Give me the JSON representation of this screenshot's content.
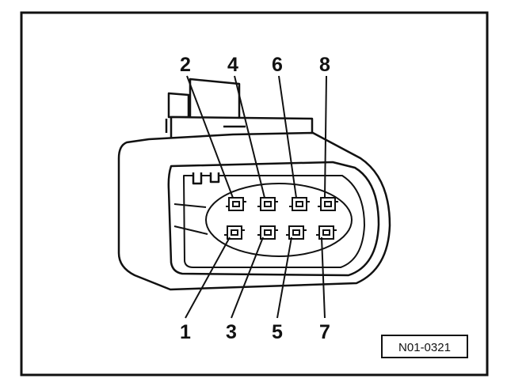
{
  "figure_code": "N01-0321",
  "connector": {
    "pins_top": [
      {
        "label": "2"
      },
      {
        "label": "4"
      },
      {
        "label": "6"
      },
      {
        "label": "8"
      }
    ],
    "pins_bottom": [
      {
        "label": "1"
      },
      {
        "label": "3"
      },
      {
        "label": "5"
      },
      {
        "label": "7"
      }
    ]
  }
}
